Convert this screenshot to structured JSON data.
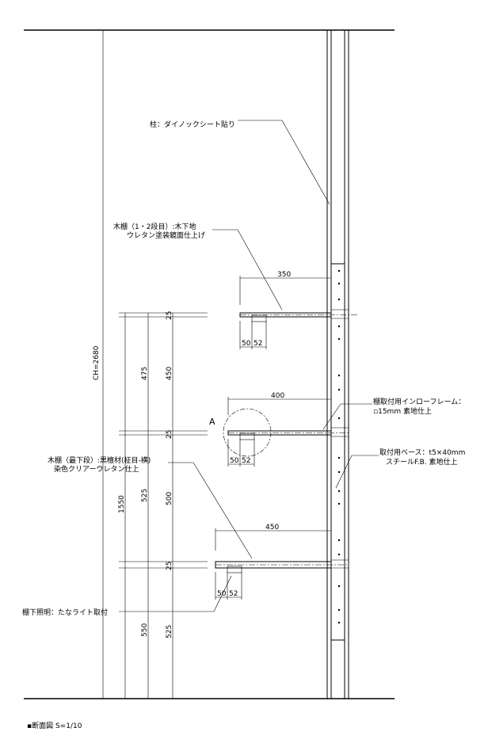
{
  "labels": {
    "column": "柱：ダイノックシート貼り",
    "shelf_upper_1": "木棚（1・2段目）:木下地",
    "shelf_upper_2": "ウレタン塗装鏡面仕上げ",
    "inlow_frame_1": "棚取付用インローフレーム：",
    "inlow_frame_2": "▫15mm 素地仕上",
    "base_1": "取付用ベース：t5×40mm",
    "base_2": "スチールF.B.  素地仕上",
    "shelf_bottom_1": "木棚（最下段）:黒檀材(柾目-横)",
    "shelf_bottom_2": "染色クリアーウレタン仕上",
    "light": "棚下照明：たなライト取付",
    "detail_mark": "A",
    "ch": "CH=2680",
    "drawing_title": "▪断面図 S=1/10"
  },
  "dims": {
    "w350": "350",
    "w400": "400",
    "w450": "450",
    "d50a": "50",
    "d52a": "52",
    "d50b": "50",
    "d52b": "52",
    "d50c": "50",
    "d52c": "52",
    "h1550": "1550",
    "h475": "475",
    "h525a": "525",
    "h550": "550",
    "h25a": "25",
    "h25b": "25",
    "h25c": "25",
    "h450": "450",
    "h500": "500",
    "h525b": "525"
  }
}
